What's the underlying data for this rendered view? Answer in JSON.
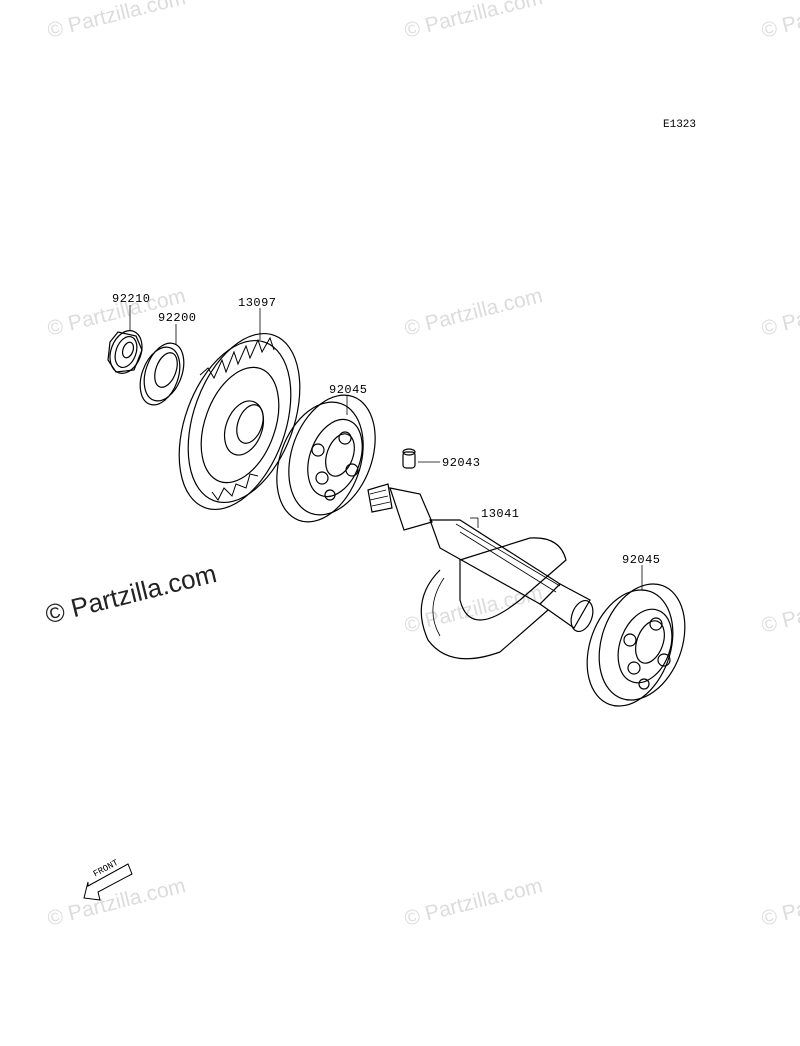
{
  "diagram": {
    "code": "E1323",
    "front_arrow_label": "FRONT"
  },
  "watermarks": {
    "text": "© Partzilla.com",
    "main_text": "© Partzilla.com"
  },
  "parts": [
    {
      "number": "92210"
    },
    {
      "number": "92200"
    },
    {
      "number": "13097"
    },
    {
      "number": "92045"
    },
    {
      "number": "92043"
    },
    {
      "number": "13041"
    },
    {
      "number": "92045"
    }
  ]
}
